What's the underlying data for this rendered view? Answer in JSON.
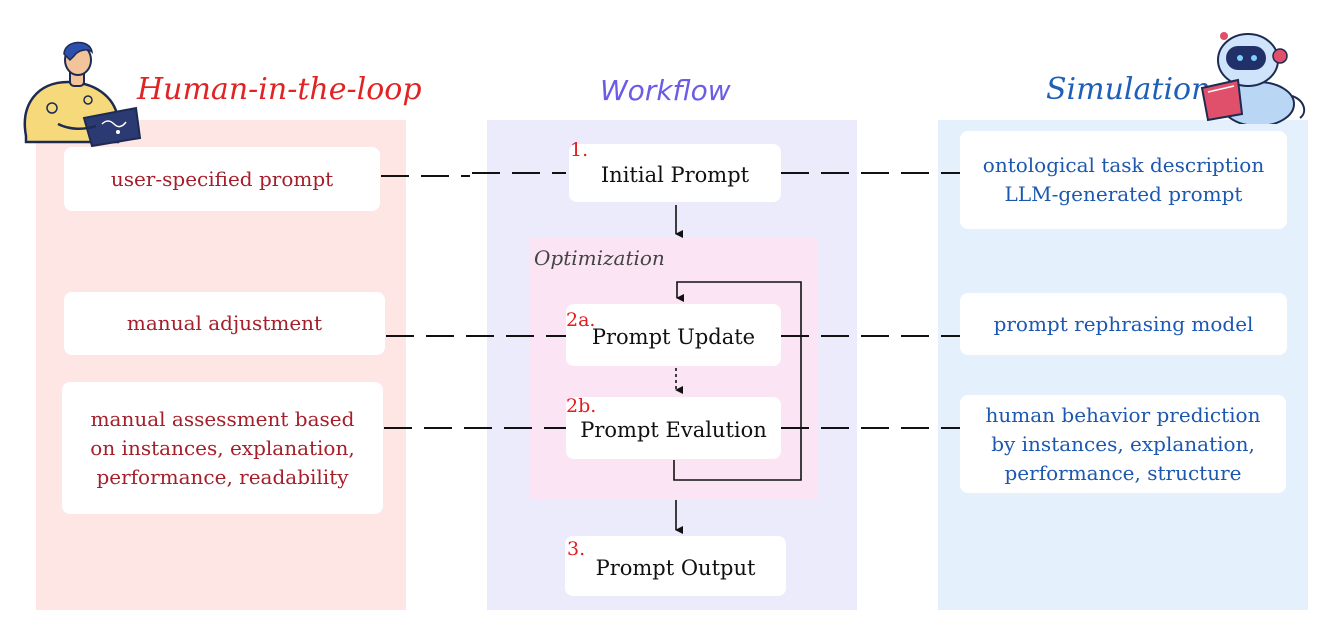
{
  "columns": {
    "left_title": "Human-in-the-loop",
    "mid_title": "Workflow",
    "right_title": "Simulation"
  },
  "optimization_label": "Optimization",
  "workflow": {
    "initial": {
      "step": "1.",
      "label": "Initial Prompt"
    },
    "update": {
      "step": "2a.",
      "label": "Prompt Update"
    },
    "evaluation": {
      "step": "2b.",
      "label": "Prompt Evalution"
    },
    "output": {
      "step": "3.",
      "label": "Prompt Output"
    }
  },
  "human": {
    "prompt": "user-specified prompt",
    "adjustment": "manual adjustment",
    "assessment": [
      "manual assessment based",
      "on instances, explanation,",
      "performance, readability"
    ]
  },
  "simulation": {
    "prompt": [
      "ontological task description",
      "LLM-generated prompt"
    ],
    "rephrasing": "prompt rephrasing model",
    "prediction": [
      "human behavior prediction",
      "by instances, explanation,",
      "performance, structure"
    ]
  },
  "colors": {
    "human_accent": "#e02424",
    "workflow_accent": "#6b5ce7",
    "simulation_accent": "#1e5fb8",
    "step_number": "#e11d1d"
  },
  "icons": [
    "human-with-laptop-icon",
    "robot-with-tablet-icon"
  ]
}
